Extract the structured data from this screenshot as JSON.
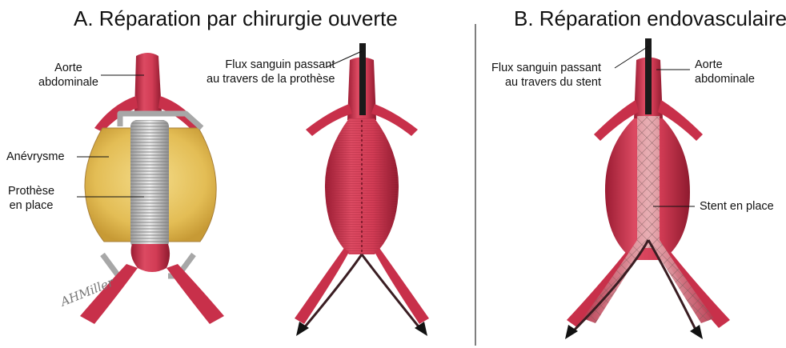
{
  "panel_a": {
    "title": "A. Réparation par chirurgie ouverte",
    "labels": {
      "aorta": "Aorte\nabdominale",
      "aneurysm": "Anévrysme",
      "prosthesis": "Prothèse\nen place",
      "flow": "Flux sanguin passant\nau travers de la prothèse"
    },
    "signature": "AHMiller"
  },
  "panel_b": {
    "title": "B. Réparation endovasculaire",
    "labels": {
      "flow": "Flux sanguin passant\nau travers du stent",
      "aorta": "Aorte\nabdominale",
      "stent": "Stent en place"
    }
  },
  "colors": {
    "vessel": "#c8304a",
    "vessel_dark": "#8e1a2e",
    "aneurysm_sac": "#e6c25c",
    "prosthesis": "#c9c9c9",
    "clamp": "#a7a7a7",
    "catheter": "#1a1a1a",
    "divider": "#555555"
  }
}
